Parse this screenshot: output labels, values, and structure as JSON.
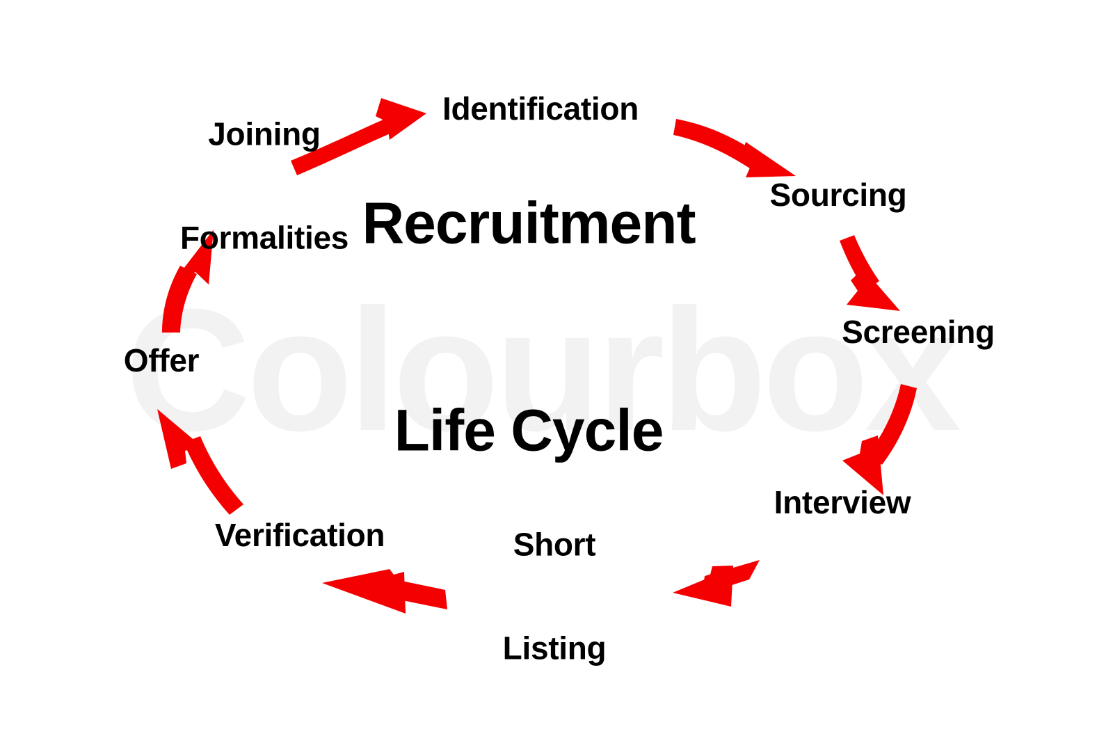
{
  "diagram": {
    "title_lines": [
      "Recruitment",
      "Life Cycle"
    ],
    "title_full": "Recruitment Life Cycle",
    "type": "cycle",
    "direction": "clockwise",
    "accent_color": "#F40000",
    "text_color": "#000000",
    "background_color": "#FFFFFF",
    "watermark": {
      "text": "Colourbox",
      "color": "#F2F2F2"
    },
    "stages": [
      {
        "id": "identification",
        "label": "Identification",
        "lines": [
          "Identification"
        ],
        "order": 1
      },
      {
        "id": "sourcing",
        "label": "Sourcing",
        "lines": [
          "Sourcing"
        ],
        "order": 2
      },
      {
        "id": "screening",
        "label": "Screening",
        "lines": [
          "Screening"
        ],
        "order": 3
      },
      {
        "id": "interview",
        "label": "Interview",
        "lines": [
          "Interview"
        ],
        "order": 4
      },
      {
        "id": "short-listing",
        "label": "Short Listing",
        "lines": [
          "Short",
          "Listing"
        ],
        "order": 5
      },
      {
        "id": "verification",
        "label": "Verification",
        "lines": [
          "Verification"
        ],
        "order": 6
      },
      {
        "id": "offer",
        "label": "Offer",
        "lines": [
          "Offer"
        ],
        "order": 7
      },
      {
        "id": "joining-formalities",
        "label": "Joining Formalities",
        "lines": [
          "Joining",
          "Formalities"
        ],
        "order": 8
      }
    ],
    "connections": [
      {
        "from": "joining-formalities",
        "to": "identification"
      },
      {
        "from": "identification",
        "to": "sourcing"
      },
      {
        "from": "sourcing",
        "to": "screening"
      },
      {
        "from": "screening",
        "to": "interview"
      },
      {
        "from": "interview",
        "to": "short-listing"
      },
      {
        "from": "short-listing",
        "to": "verification"
      },
      {
        "from": "verification",
        "to": "offer"
      },
      {
        "from": "offer",
        "to": "joining-formalities"
      }
    ]
  }
}
